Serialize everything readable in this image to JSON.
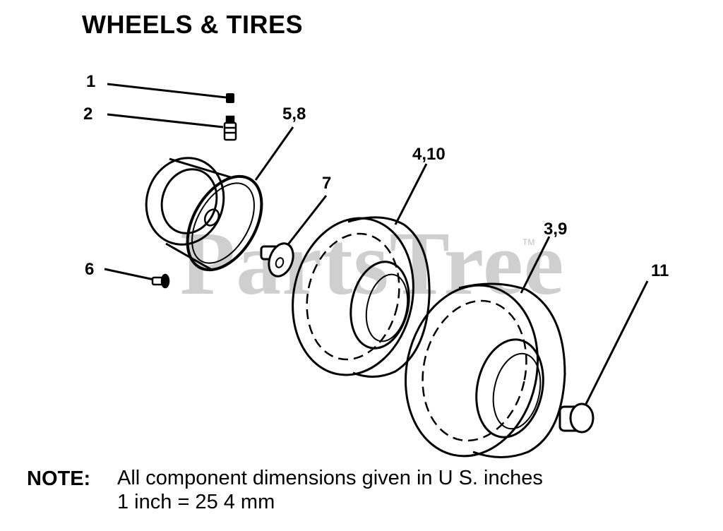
{
  "title": "WHEELS & TIRES",
  "watermark": "PartsTree",
  "trademark": "TM",
  "callouts": [
    {
      "id": "c1",
      "label": "1"
    },
    {
      "id": "c2",
      "label": "2"
    },
    {
      "id": "c58",
      "label": "5,8"
    },
    {
      "id": "c7",
      "label": "7"
    },
    {
      "id": "c410",
      "label": "4,10"
    },
    {
      "id": "c39",
      "label": "3,9"
    },
    {
      "id": "c6",
      "label": "6"
    },
    {
      "id": "c11",
      "label": "11"
    }
  ],
  "note": {
    "label": "NOTE:",
    "line1": "All component dimensions given in U S. inches",
    "line2": "1 inch = 25 4 mm"
  }
}
